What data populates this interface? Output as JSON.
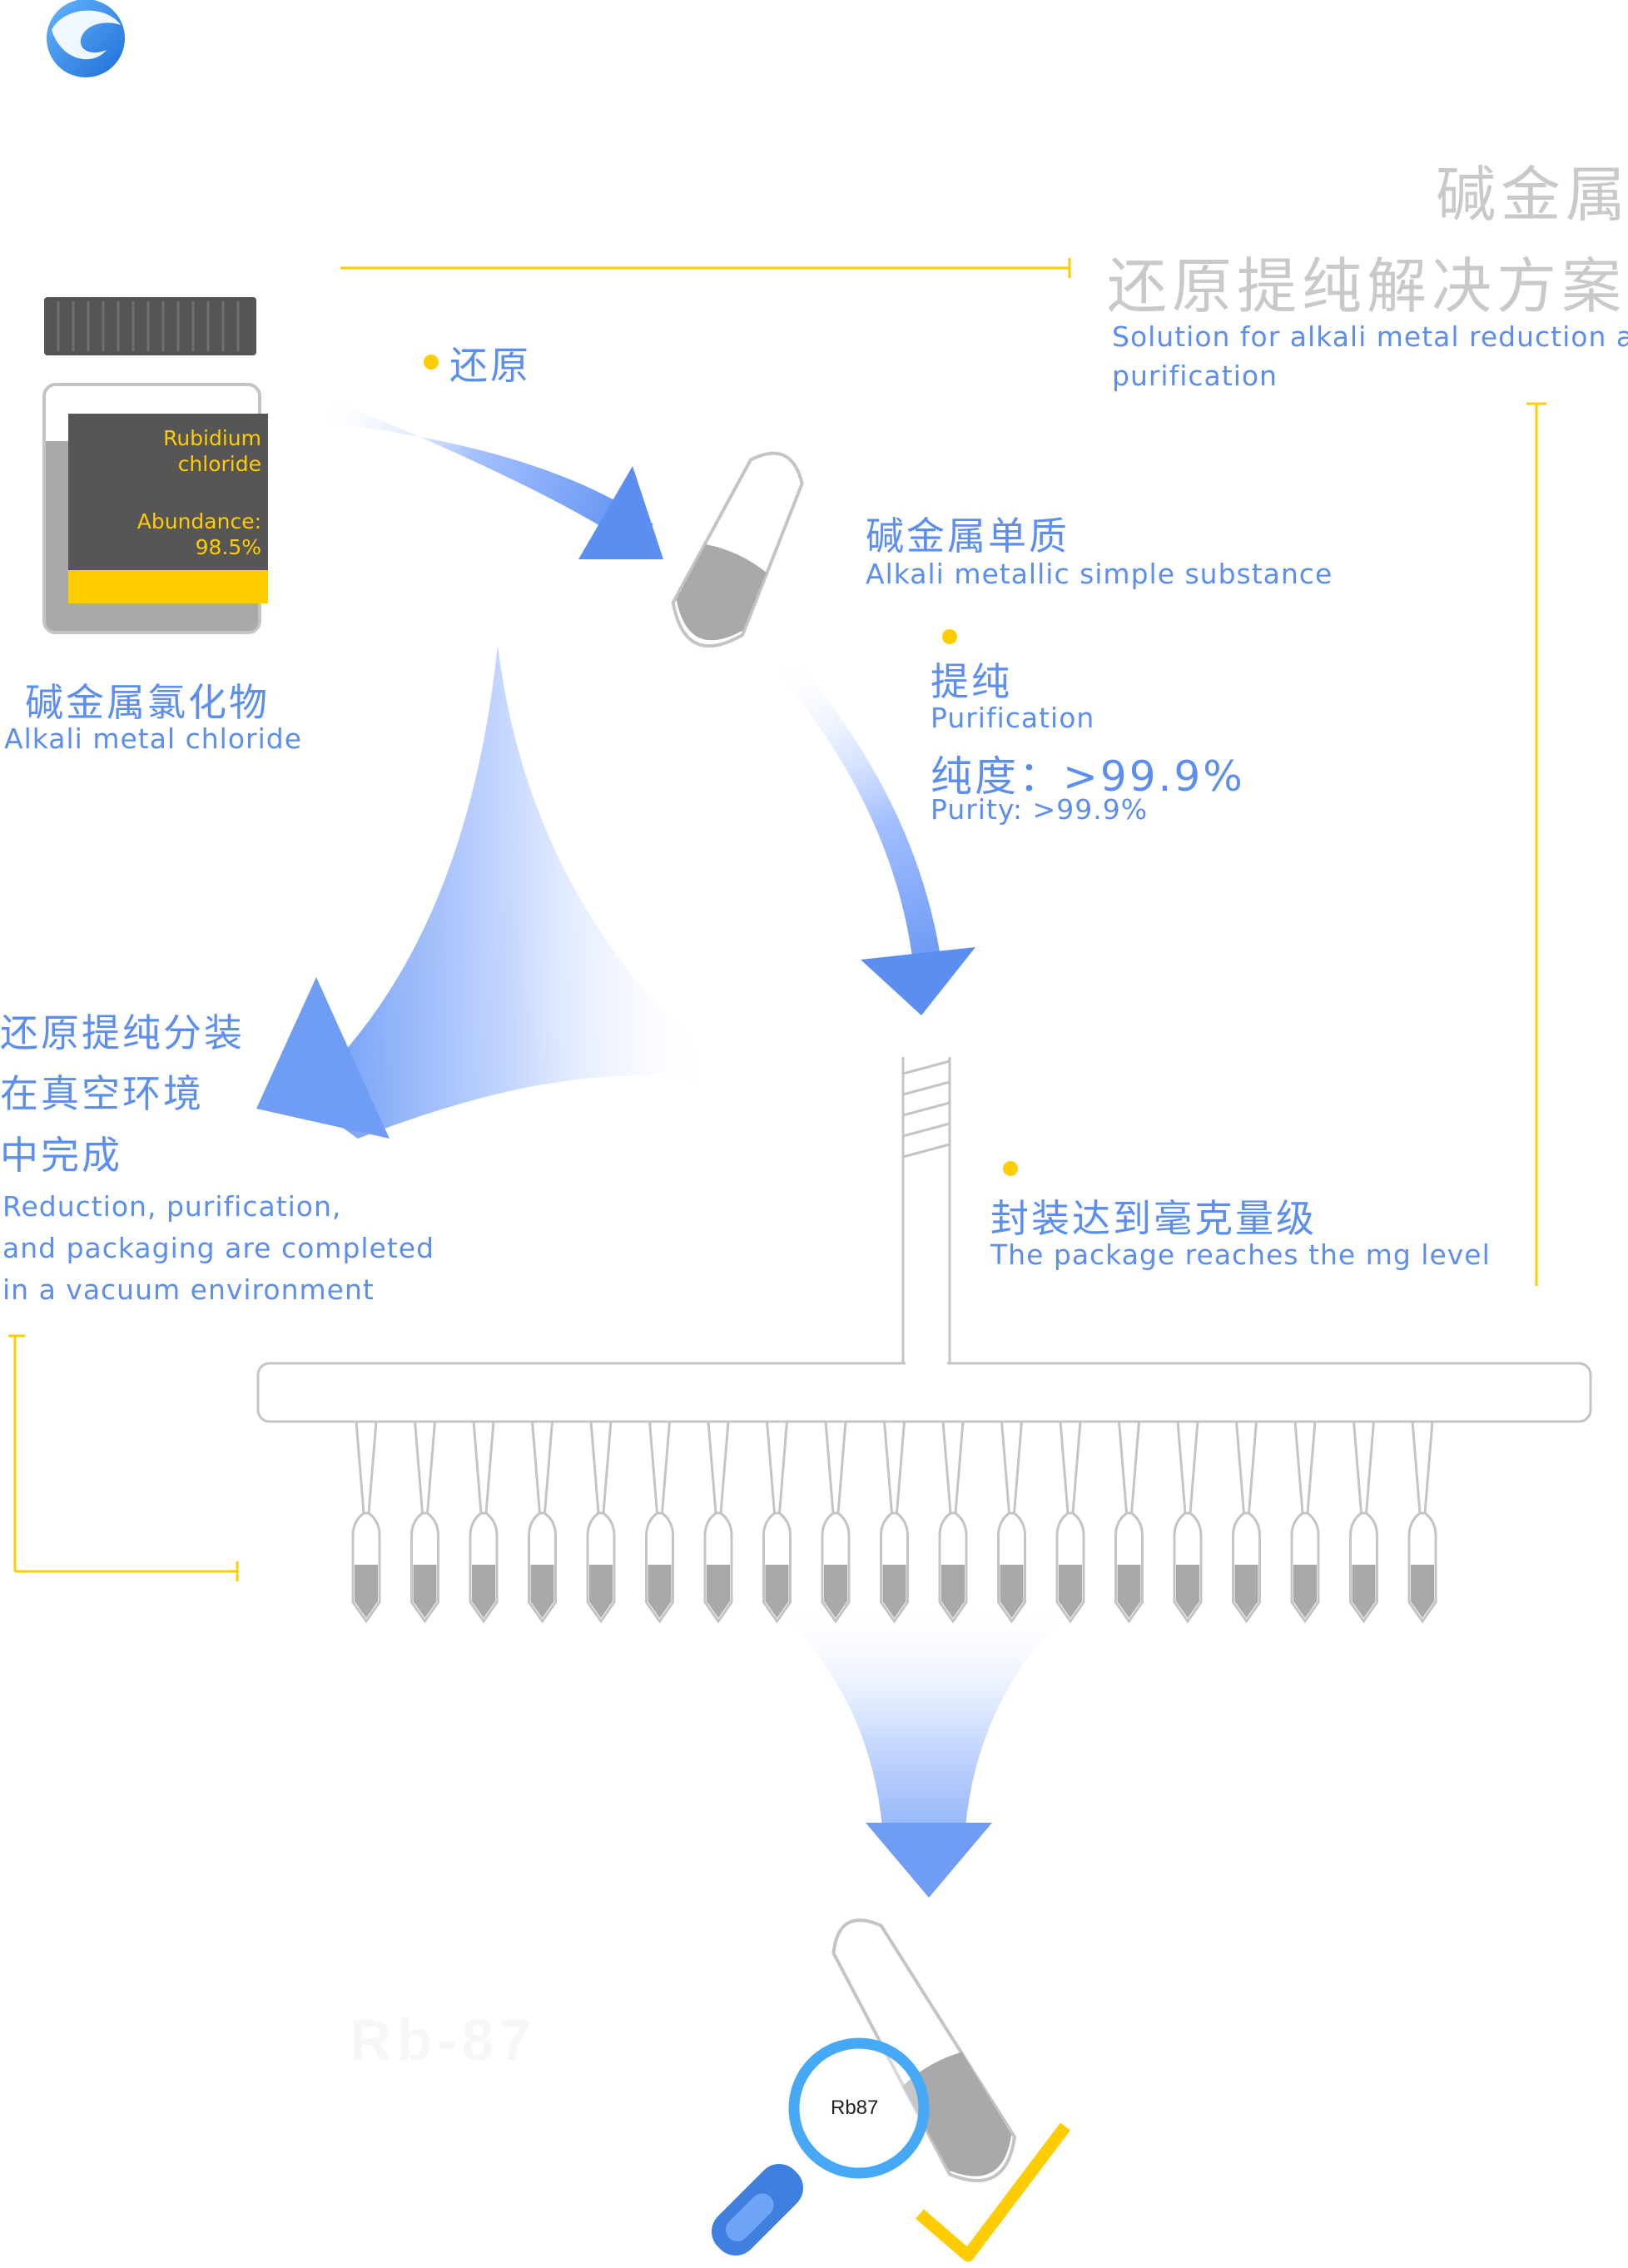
{
  "title": {
    "cn_line1": "碱金属",
    "cn_line2": "还原提纯解决方案",
    "en": "Solution for alkali metal reduction and purification",
    "en_line1": "Solution for alkali metal reduction and",
    "en_line2": "purification"
  },
  "bottle": {
    "label_line1": "Rubidium",
    "label_line2": "chloride",
    "abundance_label": "Abundance:",
    "abundance_value": "98.5%"
  },
  "chloride": {
    "cn": "碱金属氯化物",
    "en": "Alkali metal chloride"
  },
  "reduction": {
    "cn": "还原"
  },
  "simple_substance": {
    "cn": "碱金属单质",
    "en": "Alkali metallic simple substance"
  },
  "purification": {
    "cn": "提纯",
    "en": "Purification",
    "purity_cn": "纯度：>99.9%",
    "purity_en": "Purity: >99.9%"
  },
  "vacuum": {
    "cn_line1": "还原提纯分装",
    "cn_line2": "在真空环境",
    "cn_line3": "中完成",
    "en_line1": "Reduction, purification,",
    "en_line2": "and packaging are completed",
    "en_line3": "in a vacuum environment"
  },
  "package": {
    "cn": "封装达到毫克量级",
    "en": "The package reaches the mg level"
  },
  "magnifier": {
    "label": "Rb87"
  },
  "colors": {
    "accent_yellow": "#ffcc00",
    "brand_blue": "#5b8ef0",
    "outline_grey": "#c4c4c4",
    "fill_grey": "#a9a9a9"
  }
}
